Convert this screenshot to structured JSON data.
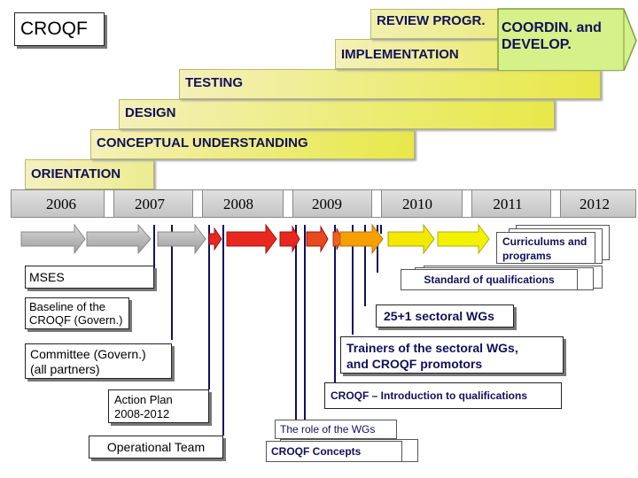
{
  "title": "CROQF",
  "phases": {
    "review": "REVIEW PROGR.",
    "coordin_line1": "COORDIN. and",
    "coordin_line2": "DEVELOP.",
    "implementation": "IMPLEMENTATION",
    "testing": "TESTING",
    "design": "DESIGN",
    "conceptual": "CONCEPTUAL UNDERSTANDING",
    "orientation": "ORIENTATION"
  },
  "years": [
    "2006",
    "2007",
    "2008",
    "2009",
    "2010",
    "2011",
    "2012"
  ],
  "left_items": {
    "mses": "MSES",
    "baseline_line1": "Baseline of the",
    "baseline_line2": "CROQF (Govern.)",
    "committee_line1": "Committee (Govern.)",
    "committee_line2": "(all partners)",
    "action_line1": "Action Plan",
    "action_line2": "2008-2012",
    "operational": "Operational Team"
  },
  "right_items": {
    "curriculums_line1": "Curriculums and",
    "curriculums_line2": "programs",
    "standard": "Standard of qualifications",
    "sectoral": "25+1 sectoral WGs",
    "trainers_line1": "Trainers of the sectoral WGs,",
    "trainers_line2": "and CROQF promotors",
    "intro": "CROQF – Introduction to qualifications",
    "role": "The role of the WGs",
    "concepts": "CROQF Concepts"
  },
  "colors": {
    "phase_yellow": "#e8e84a",
    "coordin_green": "#d6f08a",
    "timeline_bar": "#cccccc",
    "arrow_gray": "#b4b4b4",
    "arrow_red": "#e8281e",
    "arrow_orange": "#f5a000",
    "arrow_yellow": "#f2f200",
    "connector_navy": "#101060"
  }
}
